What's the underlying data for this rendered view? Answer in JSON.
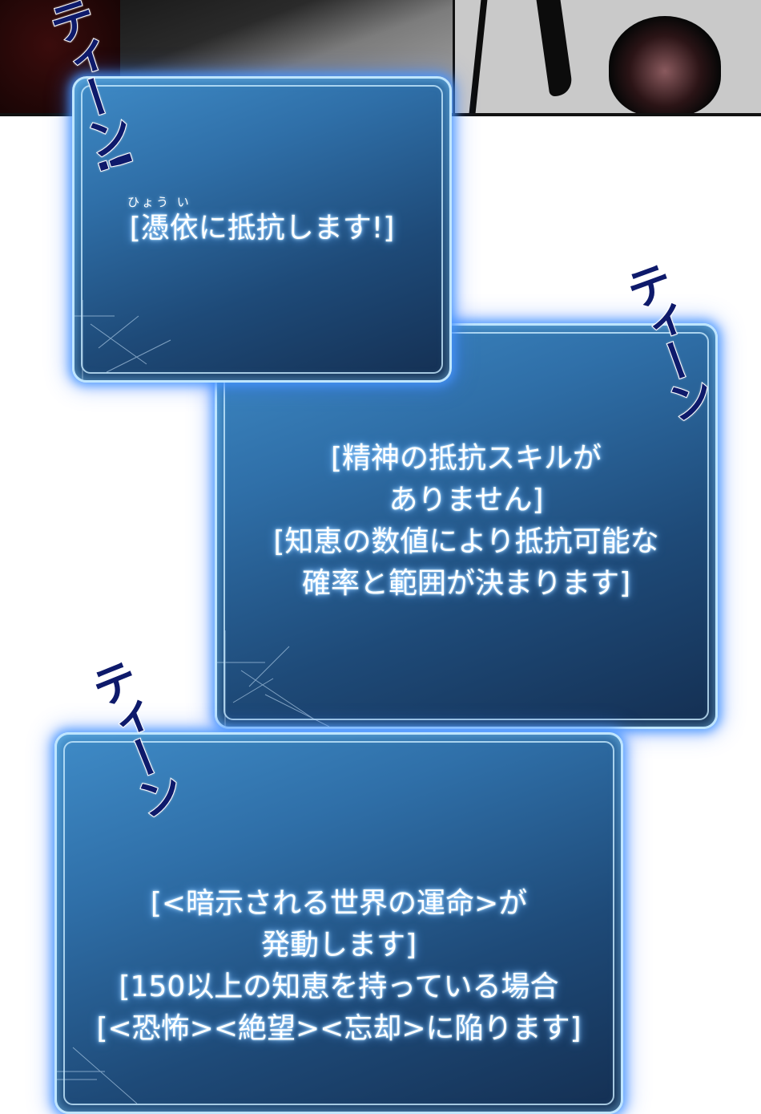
{
  "sound_effects": [
    "ティーン!",
    "ティーン",
    "ティーン"
  ],
  "box1": {
    "ruby": "ひょう い",
    "lines": [
      "[憑依に抵抗します!]"
    ]
  },
  "box2": {
    "lines": [
      "[精神の抵抗スキルが",
      "ありません]",
      "[知恵の数値により抵抗可能な",
      "確率と範囲が決まります]"
    ]
  },
  "box3": {
    "lines": [
      "[<暗示される世界の運命>が",
      "発動します]",
      "[150以上の知恵を持っている場合",
      "[<恐怖><絶望><忘却>に陥ります]"
    ]
  },
  "colors": {
    "box_glow": "#4696ff",
    "box_fill": "#2f6fa8",
    "sfx": "#0e1a6b"
  }
}
